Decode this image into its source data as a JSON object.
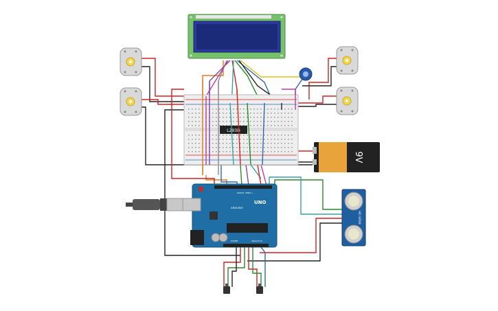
{
  "circuit": {
    "motor_driver_label": "L293D",
    "battery_label": "9V",
    "arduino": {
      "logo": "ARDUINO",
      "model": "UNO",
      "power_label": "POWER",
      "analog_label": "ANALOG IN",
      "digital_label": "DIGITAL (PWM~)"
    },
    "ultrasonic_label": "HC-SR04"
  },
  "colors": {
    "board_blue": "#1f6fa6",
    "lcd_green": "#76c26a",
    "lcd_screen": "#1c2a7a",
    "battery_orange": "#e8a43a",
    "battery_black": "#222222",
    "motor_gray": "#d9d9d9",
    "motor_yellow": "#f2d64b"
  }
}
